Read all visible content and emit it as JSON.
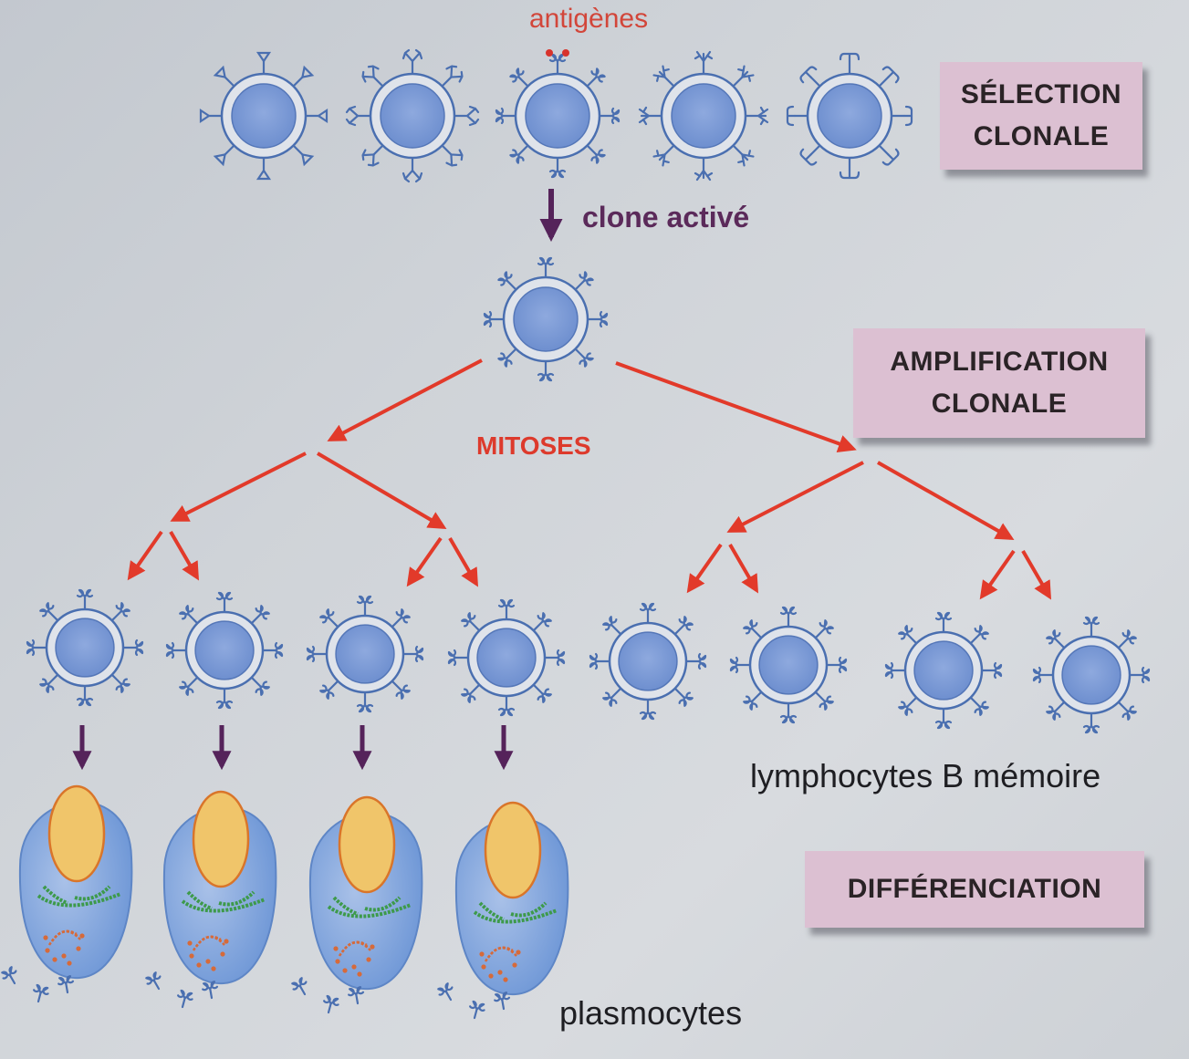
{
  "diagram": {
    "title_labels": {
      "antigens": "antigènes",
      "activated_clone": "clone activé",
      "mitoses": "MITOSES",
      "memory_cells": "lymphocytes B mémoire",
      "plasma_cells": "plasmocytes"
    },
    "stages": [
      {
        "id": "selection",
        "line1": "SÉLECTION",
        "line2": "CLONALE"
      },
      {
        "id": "amplification",
        "line1": "AMPLIFICATION",
        "line2": "CLONALE"
      },
      {
        "id": "differenciation",
        "line1": "DIFFÉRENCIATION",
        "line2": ""
      }
    ],
    "colors": {
      "cell_stroke": "#4a6fb0",
      "cell_nucleus": "#7d9bd6",
      "cell_ring": "#dfe3ea",
      "antigen": "#d8332c",
      "mitosis_arrow": "#e23a2a",
      "differentiation_arrow": "#55235a",
      "plasma_body": "#7ea4dc",
      "plasma_nucleus": "#f0c56a",
      "plasma_nucleus_stroke": "#d9752a",
      "reticulum": "#3d9a4a",
      "golgi": "#d66a3a",
      "stage_box": "#dcc0d2"
    },
    "selection_row": {
      "receptor_types": [
        "triangle",
        "forked",
        "hooked",
        "y-shape",
        "anchor"
      ],
      "selected_index": 2
    },
    "division_tree": {
      "generations": 3,
      "final_cell_count": 8,
      "differentiated_count": 4,
      "memory_count": 4
    }
  }
}
